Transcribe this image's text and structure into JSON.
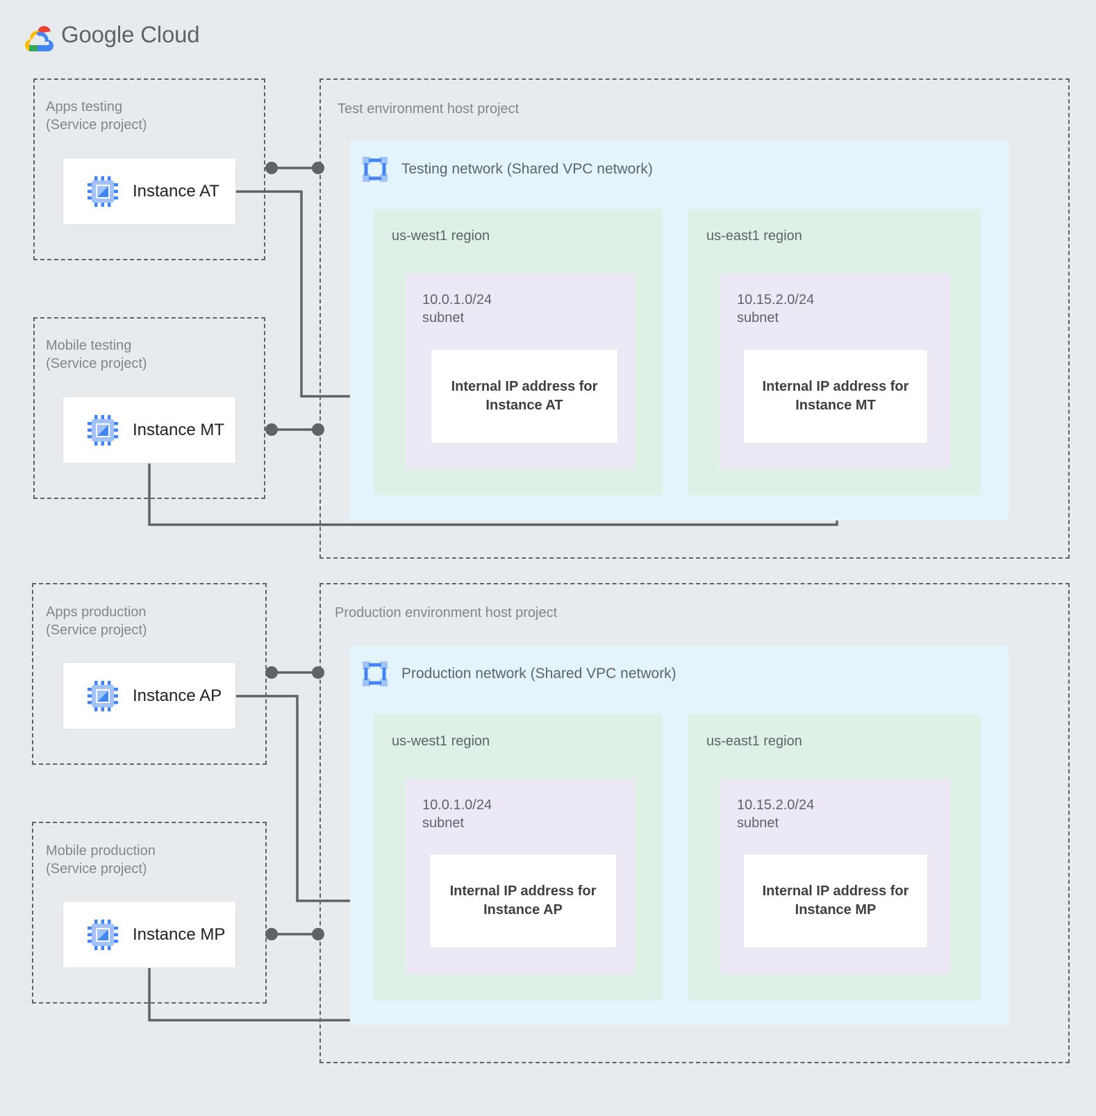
{
  "brand": {
    "name": "Google Cloud",
    "logo_icon": "google-cloud-logo",
    "colors": {
      "logo_red": "#ea4335",
      "logo_yellow": "#fbbc04",
      "logo_green": "#34a853",
      "logo_blue": "#4285f4",
      "text_gray": "#5f6368",
      "page_background": "#e8ebed",
      "vpc_panel": "#e3f4fd",
      "region": "#dff0e6",
      "subnet": "#ede8f5",
      "card": "#ffffff",
      "connector": "#5f6368"
    }
  },
  "service_projects": [
    {
      "name": "apps-testing",
      "label": "Apps testing\n(Service project)",
      "instance": {
        "name": "instance-at",
        "label": "Instance AT",
        "icon": "vm-instance-icon"
      }
    },
    {
      "name": "mobile-testing",
      "label": "Mobile testing\n(Service project)",
      "instance": {
        "name": "instance-mt",
        "label": "Instance MT",
        "icon": "vm-instance-icon"
      }
    },
    {
      "name": "apps-production",
      "label": "Apps production\n(Service project)",
      "instance": {
        "name": "instance-ap",
        "label": "Instance AP",
        "icon": "vm-instance-icon"
      }
    },
    {
      "name": "mobile-production",
      "label": "Mobile production\n(Service project)",
      "instance": {
        "name": "instance-mp",
        "label": "Instance MP",
        "icon": "vm-instance-icon"
      }
    }
  ],
  "host_projects": [
    {
      "name": "test-environment-host-project",
      "label": "Test environment host project",
      "network": {
        "name": "testing-network",
        "label": "Testing network (Shared VPC network)",
        "icon": "vpc-network-icon"
      },
      "regions": [
        {
          "name": "us-west1",
          "label": "us-west1 region",
          "subnet": {
            "label": "10.0.1.0/24\nsubnet",
            "cidr": "10.0.1.0/24"
          },
          "ip_card": {
            "label": "Internal IP address for\nInstance AT",
            "instance": "Instance AT"
          }
        },
        {
          "name": "us-east1",
          "label": "us-east1 region",
          "subnet": {
            "label": "10.15.2.0/24\nsubnet",
            "cidr": "10.15.2.0/24"
          },
          "ip_card": {
            "label": "Internal IP address for\nInstance MT",
            "instance": "Instance MT"
          }
        }
      ]
    },
    {
      "name": "production-environment-host-project",
      "label": "Production environment host project",
      "network": {
        "name": "production-network",
        "label": "Production network (Shared VPC network)",
        "icon": "vpc-network-icon"
      },
      "regions": [
        {
          "name": "us-west1",
          "label": "us-west1 region",
          "subnet": {
            "label": "10.0.1.0/24\nsubnet",
            "cidr": "10.0.1.0/24"
          },
          "ip_card": {
            "label": "Internal IP address for\nInstance AP",
            "instance": "Instance AP"
          }
        },
        {
          "name": "us-east1",
          "label": "us-east1 region",
          "subnet": {
            "label": "10.15.2.0/24\nsubnet",
            "cidr": "10.15.2.0/24"
          },
          "ip_card": {
            "label": "Internal IP address for\nInstance MP",
            "instance": "Instance MP"
          }
        }
      ]
    }
  ],
  "connections": [
    {
      "name": "at-to-testing-host",
      "from": "Apps testing",
      "to": "Test environment host project",
      "style": "dot-line-dot"
    },
    {
      "name": "at-to-ip",
      "from": "Instance AT",
      "to": "Internal IP address for Instance AT"
    },
    {
      "name": "mt-to-testing-host",
      "from": "Mobile testing",
      "to": "Test environment host project",
      "style": "dot-line-dot"
    },
    {
      "name": "mt-to-ip",
      "from": "Instance MT",
      "to": "Internal IP address for Instance MT"
    },
    {
      "name": "ap-to-production-host",
      "from": "Apps production",
      "to": "Production environment host project",
      "style": "dot-line-dot"
    },
    {
      "name": "ap-to-ip",
      "from": "Instance AP",
      "to": "Internal IP address for Instance AP"
    },
    {
      "name": "mp-to-production-host",
      "from": "Mobile production",
      "to": "Production environment host project",
      "style": "dot-line-dot"
    },
    {
      "name": "mp-to-ip",
      "from": "Instance MP",
      "to": "Internal IP address for Instance MP"
    }
  ]
}
